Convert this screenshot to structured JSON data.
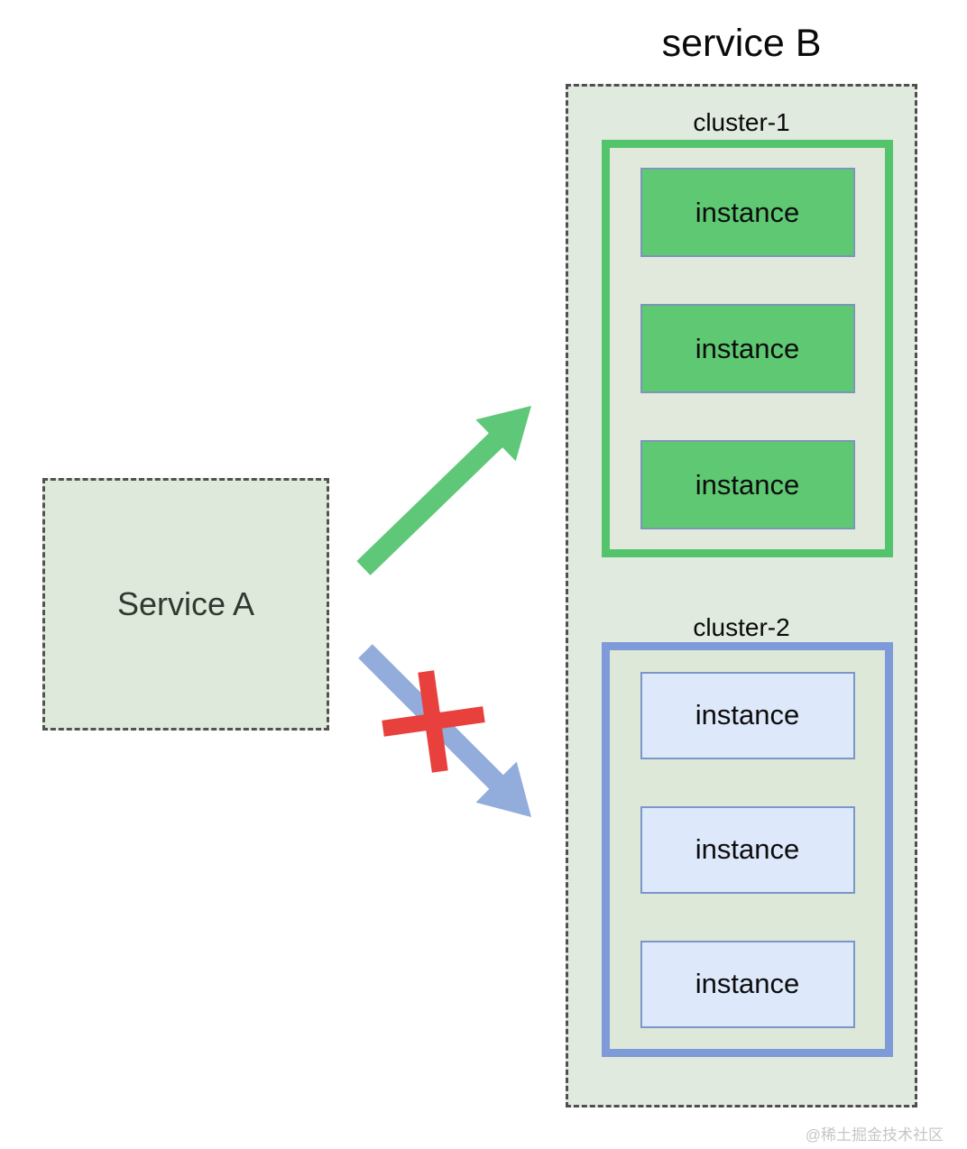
{
  "service_b": {
    "title": "service B",
    "clusters": [
      {
        "name": "cluster-1",
        "accent_color": "#54c46c",
        "instance_fill": "#5ec873",
        "instance_border": "#7b96b9",
        "instances": [
          "instance",
          "instance",
          "instance"
        ]
      },
      {
        "name": "cluster-2",
        "accent_color": "#7e9ad8",
        "instance_fill": "#dde8fb",
        "instance_border": "#7b96c8",
        "instances": [
          "instance",
          "instance",
          "instance"
        ]
      }
    ]
  },
  "service_a": {
    "label": "Service A"
  },
  "routes": {
    "allowed": {
      "color": "#5ec878"
    },
    "blocked": {
      "color": "#92acdb",
      "cross_color": "#e8413d"
    }
  },
  "watermark": "@稀土掘金技术社区",
  "colors": {
    "container_fill": "#e1eade",
    "cluster_fill": "#dfe8da",
    "service_a_fill": "#dfe9db",
    "dashed_border": "#4f4f4f"
  }
}
